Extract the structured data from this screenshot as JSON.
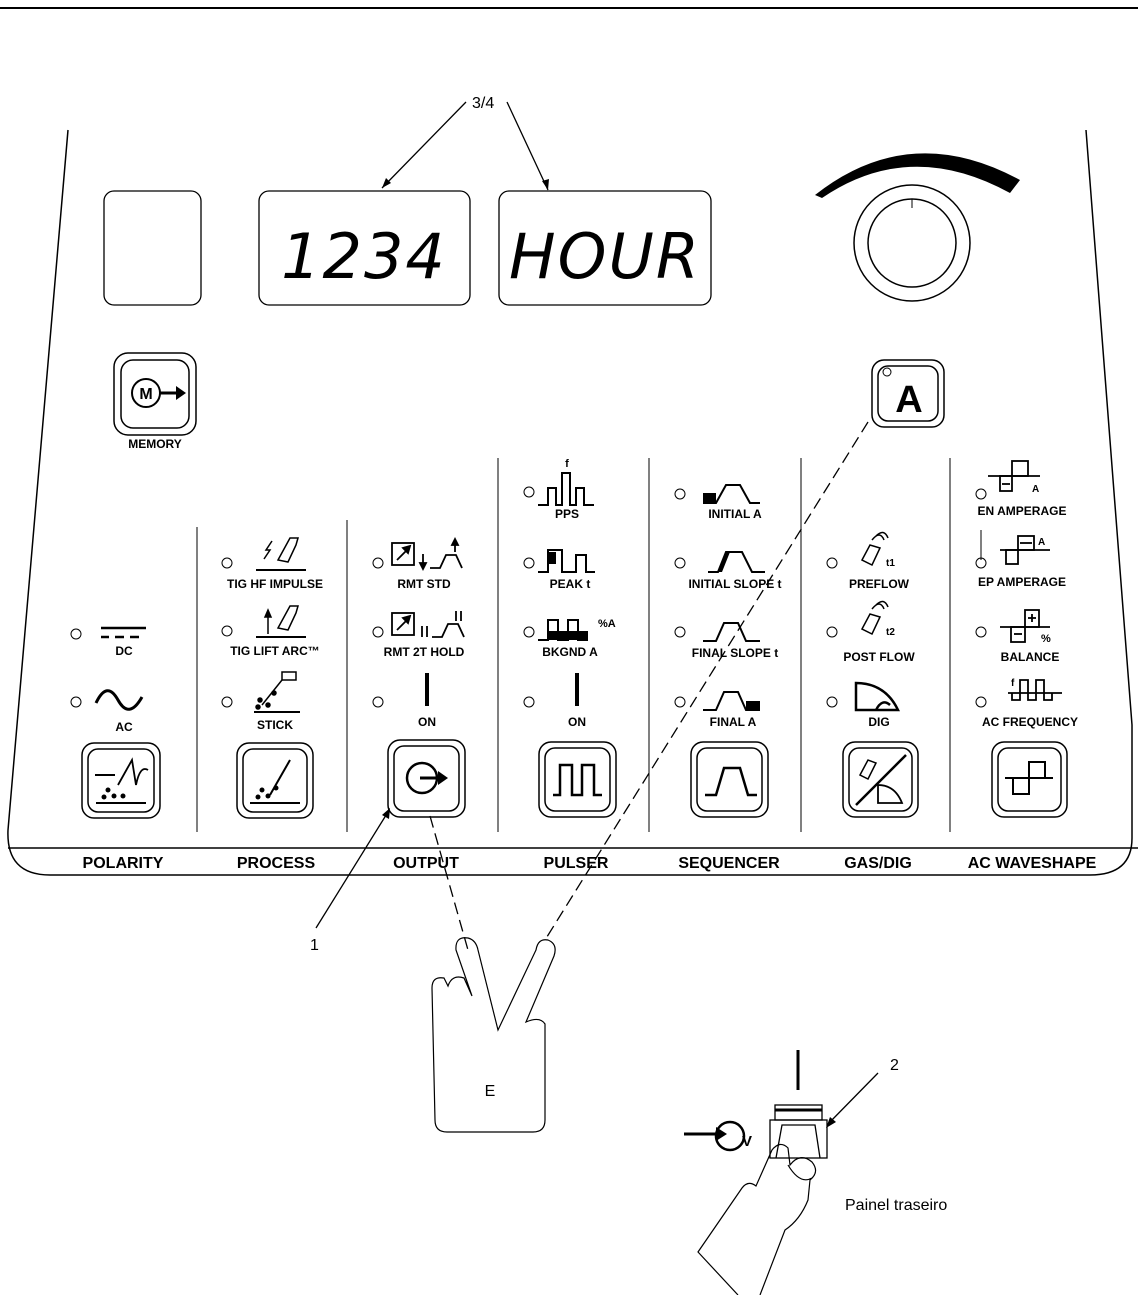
{
  "callouts": {
    "displays": "3/4",
    "output_button": "1",
    "power_switch": "2",
    "hand": "E"
  },
  "displays": {
    "left": "1234",
    "right": "HOUR"
  },
  "memory": {
    "label": "MEMORY",
    "button_glyph": "M"
  },
  "amperage_button": {
    "glyph": "A"
  },
  "polarity": {
    "options": [
      "DC",
      "AC"
    ]
  },
  "process": {
    "options": [
      "TIG HF IMPULSE",
      "TIG LIFT ARC™",
      "STICK"
    ]
  },
  "output": {
    "options": [
      "RMT STD",
      "RMT 2T HOLD",
      "ON"
    ]
  },
  "pulser": {
    "options": [
      "PPS",
      "PEAK t",
      "BKGND A",
      "ON"
    ]
  },
  "sequencer": {
    "options": [
      "INITIAL A",
      "INITIAL SLOPE t",
      "FINAL SLOPE t",
      "FINAL A"
    ]
  },
  "gasdig": {
    "options": [
      "PREFLOW",
      "POST FLOW",
      "DIG"
    ]
  },
  "acwave": {
    "options": [
      "EN  AMPERAGE",
      "EP  AMPERAGE",
      "BALANCE",
      "AC FREQUENCY"
    ]
  },
  "section_labels": [
    "POLARITY",
    "PROCESS",
    "OUTPUT",
    "PULSER",
    "SEQUENCER",
    "GAS/DIG",
    "AC WAVESHAPE"
  ],
  "rear_panel": {
    "label": "Painel traseiro",
    "switch_glyph": "V"
  }
}
